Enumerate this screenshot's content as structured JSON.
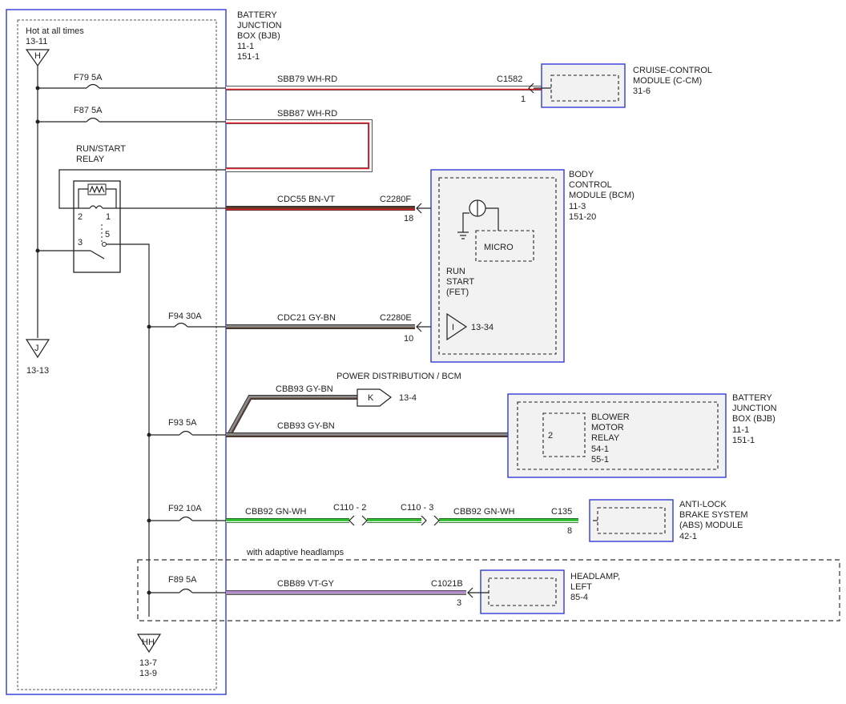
{
  "colors": {
    "module_border": "#2f3bd6",
    "wire_white": "#ffffff",
    "wire_red": "#e8202a",
    "wire_brown": "#5a3a2a",
    "wire_violet": "#8a2be2",
    "wire_gray": "#9a9a9a",
    "wire_green": "#2fbf2f",
    "wire_pink": "#d88ac0"
  },
  "bjb_left": {
    "title": [
      "BATTERY",
      "JUNCTION",
      "BOX (BJB)",
      "11-1",
      "151-1"
    ],
    "hot_label": "Hot at all times",
    "hot_ref": "13-11",
    "conn_h": "H",
    "conn_j": "J",
    "j_ref": "13-13",
    "conn_hh": "HH",
    "hh_refs": [
      "13-7",
      "13-9"
    ],
    "relay_label": [
      "RUN/START",
      "RELAY"
    ],
    "relay_pins": {
      "p2": "2",
      "p1": "1",
      "p3": "3",
      "p5": "5"
    },
    "fuses": {
      "f79": "F79  5A",
      "f87": "F87  5A",
      "f94": "F94  30A",
      "f93": "F93  5A",
      "f92": "F92  10A",
      "f89": "F89  5A"
    }
  },
  "circuits": {
    "sbb79": "SBB79  WH-RD",
    "sbb87": "SBB87  WH-RD",
    "cdc55": "CDC55  BN-VT",
    "cdc21": "CDC21  GY-BN",
    "cbb93_top": "CBB93  GY-BN",
    "cbb93_bottom": "CBB93  GY-BN",
    "cbb92_left": "CBB92  GN-WH",
    "cbb92_right": "CBB92  GN-WH",
    "cbb89": "CBB89  VT-GY"
  },
  "connectors": {
    "c1582": "C1582",
    "c1582_pin": "1",
    "c2280f": "C2280F",
    "c2280f_pin": "18",
    "c2280e": "C2280E",
    "c2280e_pin": "10",
    "c110_2": "C110  -  2",
    "c110_3": "C110  -  3",
    "c135": "C135",
    "c135_pin": "8",
    "c1021b": "C1021B",
    "c1021b_pin": "3"
  },
  "power_dist": "POWER DISTRIBUTION / BCM",
  "conn_k": "K",
  "k_ref": "13-4",
  "adaptive_note": "with adaptive headlamps",
  "modules": {
    "ccm": [
      "CRUISE-CONTROL",
      "MODULE (C-CM)",
      "31-6"
    ],
    "bcm": [
      "BODY",
      "CONTROL",
      "MODULE (BCM)",
      "11-3",
      "151-20"
    ],
    "bcm_micro": "MICRO",
    "bcm_fet": [
      "RUN",
      "START",
      "(FET)"
    ],
    "bcm_i": "I",
    "bcm_i_ref": "13-34",
    "bjb_right": [
      "BATTERY",
      "JUNCTION",
      "BOX (BJB)",
      "11-1",
      "151-1"
    ],
    "blower": [
      "BLOWER",
      "MOTOR",
      "RELAY",
      "54-1",
      "55-1"
    ],
    "blower_pin": "2",
    "abs": [
      "ANTI-LOCK",
      "BRAKE SYSTEM",
      "(ABS) MODULE",
      "42-1"
    ],
    "headlamp": [
      "HEADLAMP,",
      "LEFT",
      "85-4"
    ]
  }
}
